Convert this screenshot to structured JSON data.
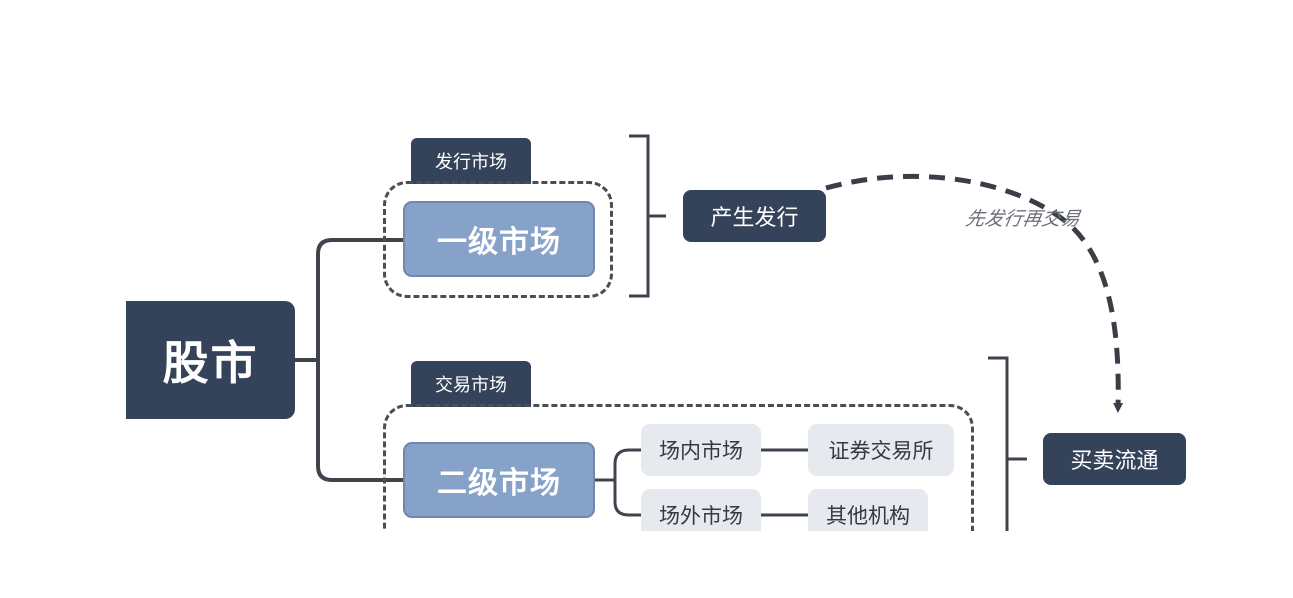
{
  "root": {
    "label": "股市"
  },
  "primary": {
    "tab_label": "发行市场",
    "node_label": "一级市场",
    "result_label": "产生发行"
  },
  "secondary": {
    "tab_label": "交易市场",
    "node_label": "二级市场",
    "result_label": "买卖流通",
    "branches": [
      {
        "label": "场内市场",
        "target": "证券交易所"
      },
      {
        "label": "场外市场",
        "target": "其他机构"
      }
    ]
  },
  "flow_annotation": "先发行再交易",
  "colors": {
    "dark_navy": "#34435a",
    "market_blue": "#87a2c9",
    "sub_grey": "#e6e9ee",
    "line": "#4a4e55"
  }
}
